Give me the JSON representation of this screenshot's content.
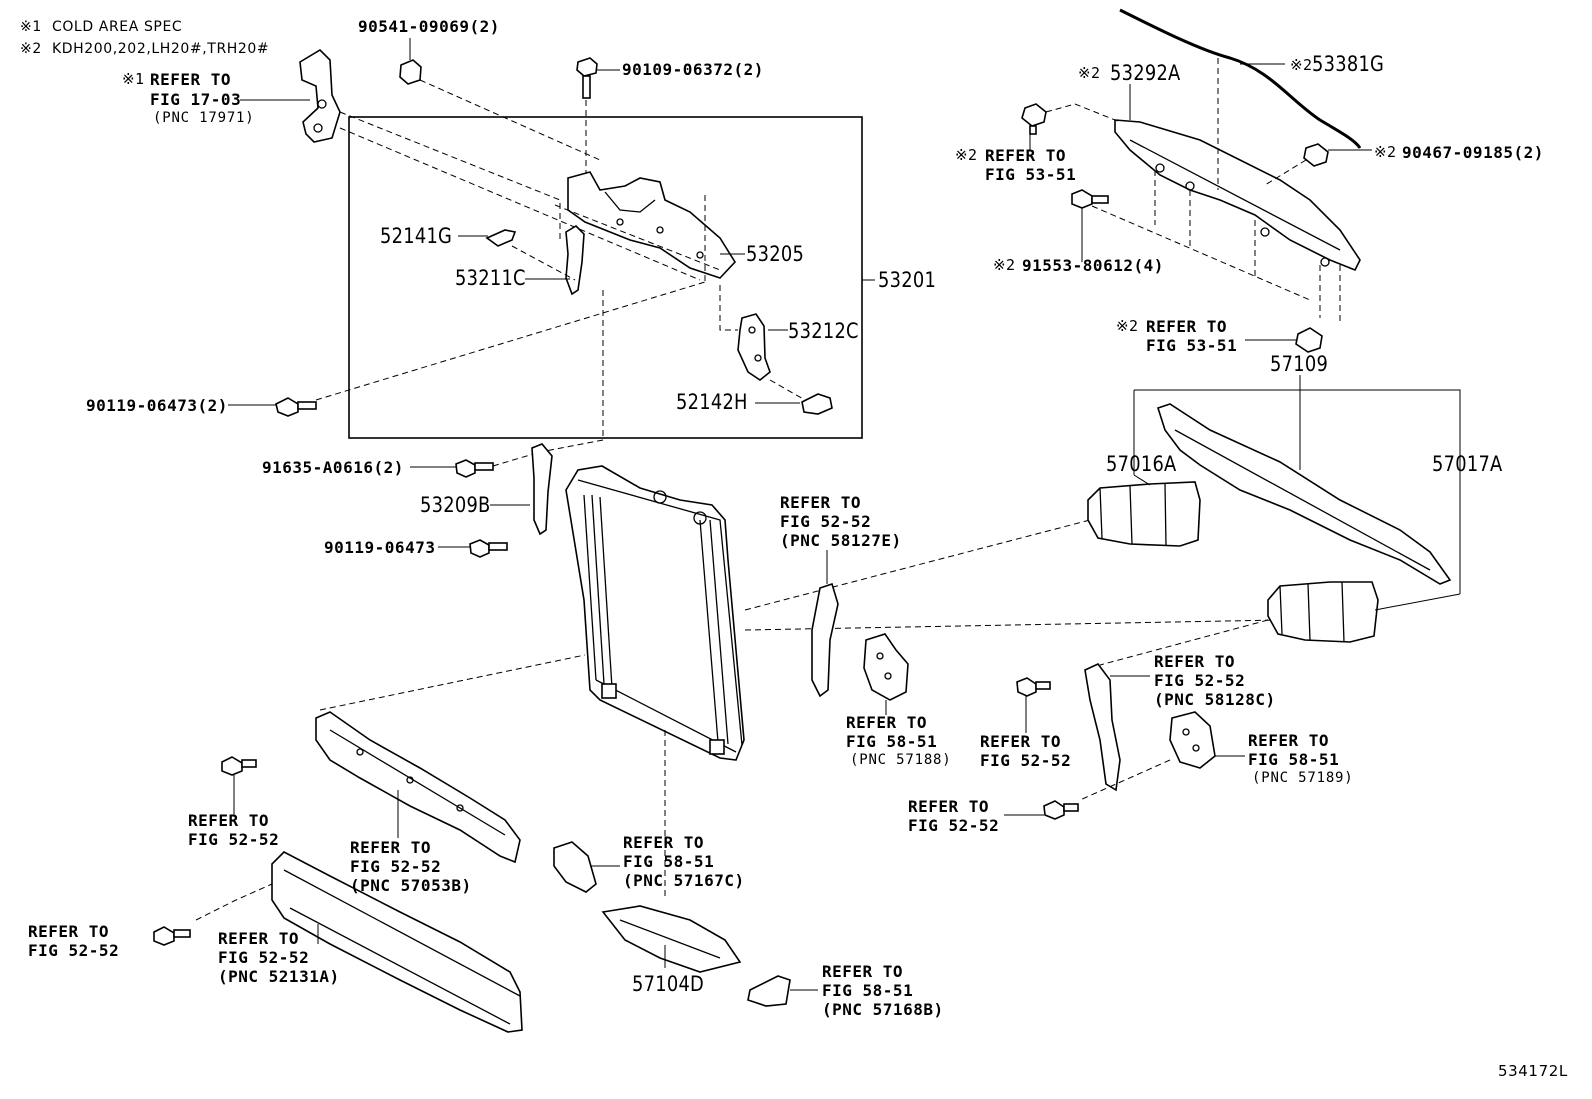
{
  "notes": {
    "n1": "※1  COLD AREA SPEC",
    "n2": "※2  KDH200,202,LH20#,TRH20#"
  },
  "drawing_number": "534172L",
  "labels": {
    "p90541": "90541-09069(2)",
    "p90109": "90109-06372(2)",
    "ref1703_mark": "※1",
    "ref1703_a": "REFER TO",
    "ref1703_b": "FIG 17-03",
    "ref1703_c": "(PNC 17971)",
    "p52141G": "52141G",
    "p53211C": "53211C",
    "p53205": "53205",
    "p53201": "53201",
    "p53212C": "53212C",
    "p52142H": "52142H",
    "p90119a": "90119-06473(2)",
    "p91635": "91635-A0616(2)",
    "p53209B": "53209B",
    "p90119b": "90119-06473",
    "p53292A_mark": "※2",
    "p53292A": "53292A",
    "p53381G_mark": "※2",
    "p53381G": "53381G",
    "ref5351a_mark": "※2",
    "ref5351a_a": "REFER TO",
    "ref5351a_b": "FIG 53-51",
    "p90467_mark": "※2",
    "p90467": "90467-09185(2)",
    "p91553_mark": "※2",
    "p91553": "91553-80612(4)",
    "ref5351b_mark": "※2",
    "ref5351b_a": "REFER TO",
    "ref5351b_b": "FIG 53-51",
    "p57109": "57109",
    "p57016A": "57016A",
    "p57017A": "57017A",
    "r58127_a": "REFER TO",
    "r58127_b": "FIG 52-52",
    "r58127_c": "(PNC 58127E)",
    "r57188_a": "REFER TO",
    "r57188_b": "FIG 58-51",
    "r57188_c": "(PNC 57188)",
    "r58128_a": "REFER TO",
    "r58128_b": "FIG 52-52",
    "r58128_c": "(PNC 58128C)",
    "rbolt1_a": "REFER TO",
    "rbolt1_b": "FIG 52-52",
    "r57189_a": "REFER TO",
    "r57189_b": "FIG 58-51",
    "r57189_c": "(PNC 57189)",
    "rbolt2_a": "REFER TO",
    "rbolt2_b": "FIG 52-52",
    "rbolt3_a": "REFER TO",
    "rbolt3_b": "FIG 52-52",
    "r57053_a": "REFER TO",
    "r57053_b": "FIG 52-52",
    "r57053_c": "(PNC 57053B)",
    "rbolt4_a": "REFER TO",
    "rbolt4_b": "FIG 52-52",
    "r52131_a": "REFER TO",
    "r52131_b": "FIG 52-52",
    "r52131_c": "(PNC 52131A)",
    "r57167_a": "REFER TO",
    "r57167_b": "FIG 58-51",
    "r57167_c": "(PNC 57167C)",
    "p57104D": "57104D",
    "r57168_a": "REFER TO",
    "r57168_b": "FIG 58-51",
    "r57168_c": "(PNC 57168B)"
  }
}
